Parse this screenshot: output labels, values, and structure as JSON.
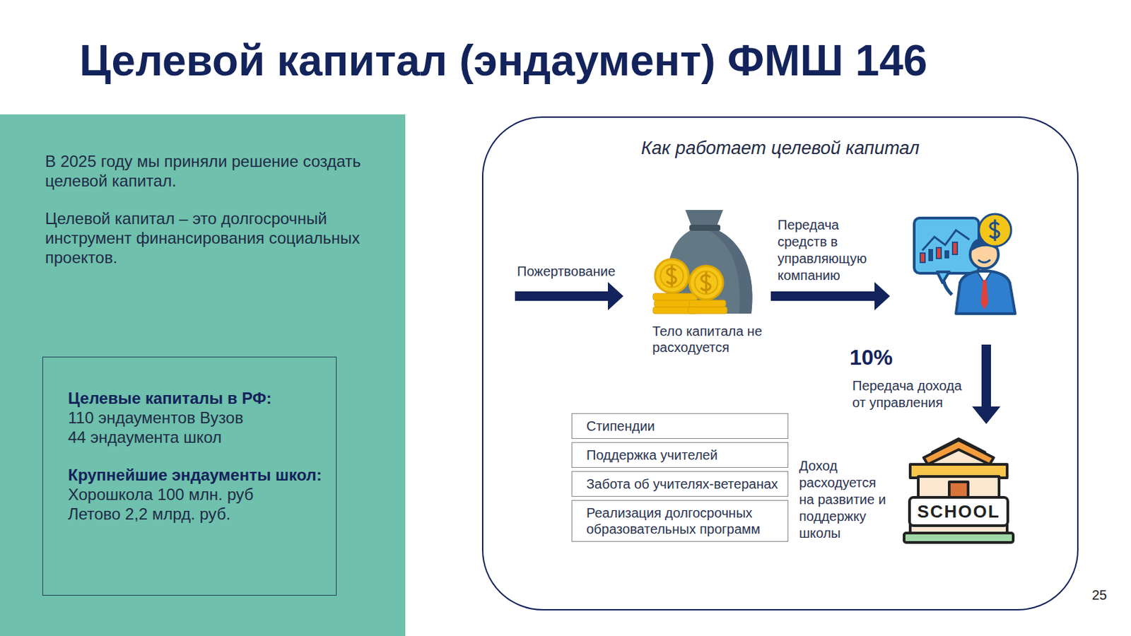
{
  "diagram": {
    "title": "Целевой капитал (эндаумент) ФМШ 146",
    "nodes": [
      {
        "text": [
          "В 2025 году мы приняли решение создать целевой капитал.",
          "Целевой капитал – это долгосрочный инструмент финансирования социальных проектов."
        ]
      },
      {
        "text": [
          "Целевые капиталы в РФ:",
          "110 эндаументов Вузов",
          "44 эндаумента школ",
          "Крупнейшие эндаументы школ:",
          "Хорошкола 100 млн. руб",
          "Летово 2,2 млрд. руб."
        ],
        "in": 0
      },
      {
        "text": [
          "Как работает целевой капитал"
        ]
      },
      {
        "text": [
          "Тело капитала не расходуется"
        ],
        "in": 2
      },
      {
        "text": [
          "Стипендии"
        ],
        "in": 2
      },
      {
        "text": [
          "Поддержка учителей"
        ],
        "in": 2
      },
      {
        "text": [
          "Забота об учителях-ветеранах"
        ],
        "in": 2
      },
      {
        "text": [
          "Реализация долгосрочных образовательных программ"
        ],
        "in": 2
      },
      {
        "text": [
          "SCHOOL"
        ],
        "in": 2
      }
    ],
    "labels": [
      "Пожертвование",
      "Передача средств в управляющую компанию",
      "10%",
      "Передача дохода от управления",
      "Доход расходуется на развитие и поддержку школы",
      "25"
    ]
  }
}
